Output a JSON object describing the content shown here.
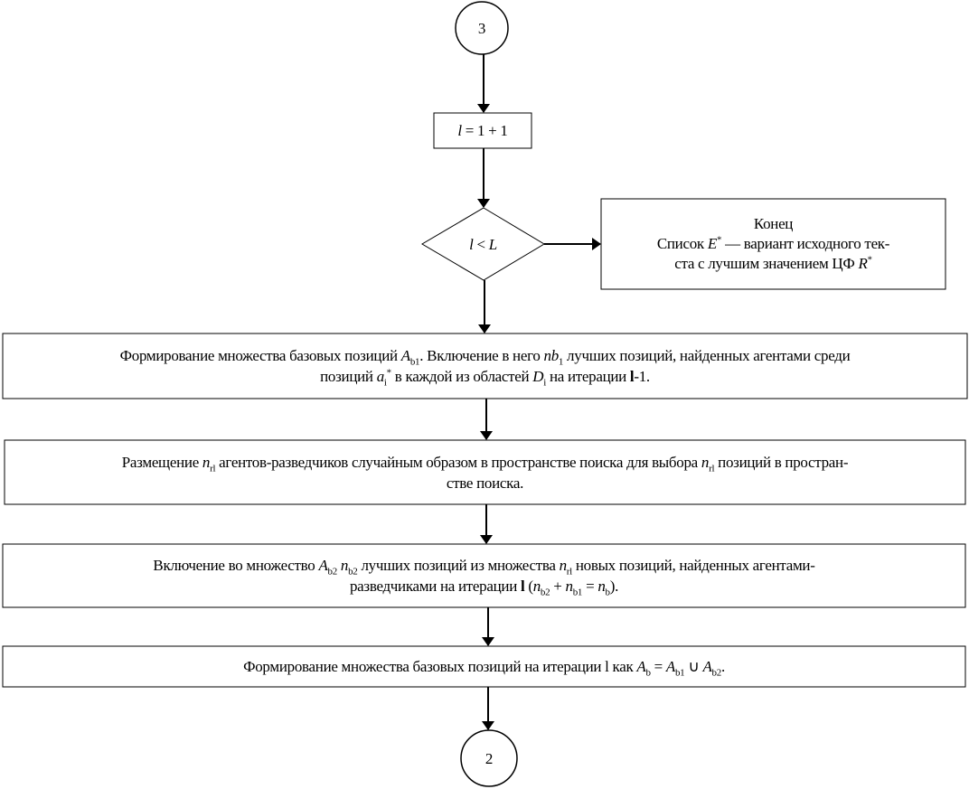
{
  "connectors": {
    "start": "3",
    "end": "2"
  },
  "blocks": {
    "increment": [
      [
        {
          "s": "i",
          "t": "l"
        },
        {
          "s": "n",
          "t": " = 1 + 1"
        }
      ]
    ],
    "condition": [
      [
        {
          "s": "i",
          "t": "l"
        },
        {
          "s": "n",
          "t": " < "
        },
        {
          "s": "i",
          "t": "L"
        }
      ]
    ],
    "end": [
      [
        {
          "s": "n",
          "t": "Конец"
        }
      ],
      [
        {
          "s": "n",
          "t": "Список "
        },
        {
          "s": "i",
          "t": "E"
        },
        {
          "s": "sup",
          "t": "*"
        },
        {
          "s": "n",
          "t": " — вариант исходного тек-"
        }
      ],
      [
        {
          "s": "n",
          "t": "ста с лучшим значением ЦФ "
        },
        {
          "s": "i",
          "t": "R"
        },
        {
          "s": "sup",
          "t": "*"
        }
      ]
    ],
    "step1": [
      [
        {
          "s": "n",
          "t": "Формирование множества базовых позиций "
        },
        {
          "s": "i",
          "t": "A"
        },
        {
          "s": "sub",
          "t": "b1"
        },
        {
          "s": "n",
          "t": ". Включение в него "
        },
        {
          "s": "i",
          "t": "nb"
        },
        {
          "s": "sub",
          "t": "1"
        },
        {
          "s": "n",
          "t": " лучших позиций, найденных агентами среди"
        }
      ],
      [
        {
          "s": "n",
          "t": "позиций "
        },
        {
          "s": "i",
          "t": "a"
        },
        {
          "s": "sub",
          "t": "i"
        },
        {
          "s": "sup",
          "t": "*"
        },
        {
          "s": "n",
          "t": " в каждой из областей "
        },
        {
          "s": "i",
          "t": "D"
        },
        {
          "s": "sub",
          "t": "i"
        },
        {
          "s": "n",
          "t": " на итерации "
        },
        {
          "s": "b",
          "t": "l"
        },
        {
          "s": "n",
          "t": "-1."
        }
      ]
    ],
    "step2": [
      [
        {
          "s": "n",
          "t": "Размещение "
        },
        {
          "s": "i",
          "t": "n"
        },
        {
          "s": "sub",
          "t": "rl"
        },
        {
          "s": "n",
          "t": " агентов-разведчиков случайным образом в пространстве поиска для выбора "
        },
        {
          "s": "i",
          "t": "n"
        },
        {
          "s": "sub",
          "t": "rl"
        },
        {
          "s": "n",
          "t": " позиций в простран-"
        }
      ],
      [
        {
          "s": "n",
          "t": "стве поиска."
        }
      ]
    ],
    "step3": [
      [
        {
          "s": "n",
          "t": "Включение во множество "
        },
        {
          "s": "i",
          "t": "A"
        },
        {
          "s": "sub",
          "t": "b2"
        },
        {
          "s": "n",
          "t": " "
        },
        {
          "s": "i",
          "t": "n"
        },
        {
          "s": "sub",
          "t": "b2"
        },
        {
          "s": "n",
          "t": " лучших позиций из множества "
        },
        {
          "s": "i",
          "t": "n"
        },
        {
          "s": "sub",
          "t": "rl"
        },
        {
          "s": "n",
          "t": " новых позиций, найденных агентами-"
        }
      ],
      [
        {
          "s": "n",
          "t": "разведчиками на итерации "
        },
        {
          "s": "b",
          "t": "l"
        },
        {
          "s": "n",
          "t": " ("
        },
        {
          "s": "i",
          "t": "n"
        },
        {
          "s": "sub",
          "t": "b2"
        },
        {
          "s": "n",
          "t": " + "
        },
        {
          "s": "i",
          "t": "n"
        },
        {
          "s": "sub",
          "t": "b1"
        },
        {
          "s": "n",
          "t": " = "
        },
        {
          "s": "i",
          "t": "n"
        },
        {
          "s": "sub",
          "t": "b"
        },
        {
          "s": "n",
          "t": ")."
        }
      ]
    ],
    "step4": [
      [
        {
          "s": "n",
          "t": "Формирование множества базовых позиций на итерации l как "
        },
        {
          "s": "i",
          "t": "A"
        },
        {
          "s": "sub",
          "t": "b"
        },
        {
          "s": "n",
          "t": " = "
        },
        {
          "s": "i",
          "t": "A"
        },
        {
          "s": "sub",
          "t": "b1"
        },
        {
          "s": "n",
          "t": " ∪ "
        },
        {
          "s": "i",
          "t": "A"
        },
        {
          "s": "sub",
          "t": "b2"
        },
        {
          "s": "n",
          "t": "."
        }
      ]
    ]
  }
}
